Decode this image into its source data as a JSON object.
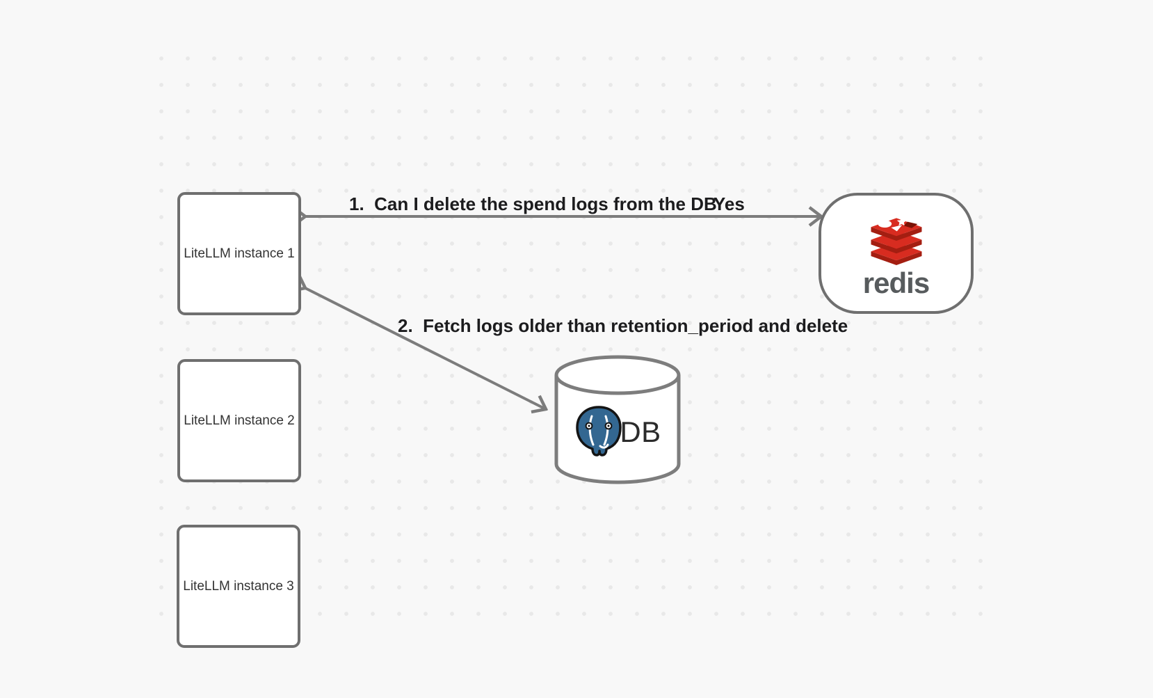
{
  "background": {
    "color": "#f8f8f8",
    "dot_color": "#e8e8e8"
  },
  "nodes": {
    "instance1": {
      "label": "LiteLLM instance 1"
    },
    "instance2": {
      "label": "LiteLLM instance 2"
    },
    "instance3": {
      "label": "LiteLLM instance 3"
    },
    "redis": {
      "wordmark": "redis",
      "icon": "redis-logo-icon"
    },
    "db": {
      "label": "DB",
      "icon": "postgresql-elephant-icon"
    }
  },
  "edges": {
    "redis_query": {
      "label": "1.  Can I delete the spend logs from the DB",
      "response": "Yes"
    },
    "db_fetch": {
      "label": "2.  Fetch logs older than retention_period and delete"
    }
  },
  "colors": {
    "arrow_gray": "#7c7c7c",
    "border_gray": "#6f6f6f",
    "redis_red": "#d82c20",
    "redis_dark_red": "#a41e11",
    "redis_notch_red": "#7a1205",
    "redis_wordmark_gray": "#575b5d",
    "postgres_blue": "#336791",
    "label_text": "#1c1c1e"
  }
}
